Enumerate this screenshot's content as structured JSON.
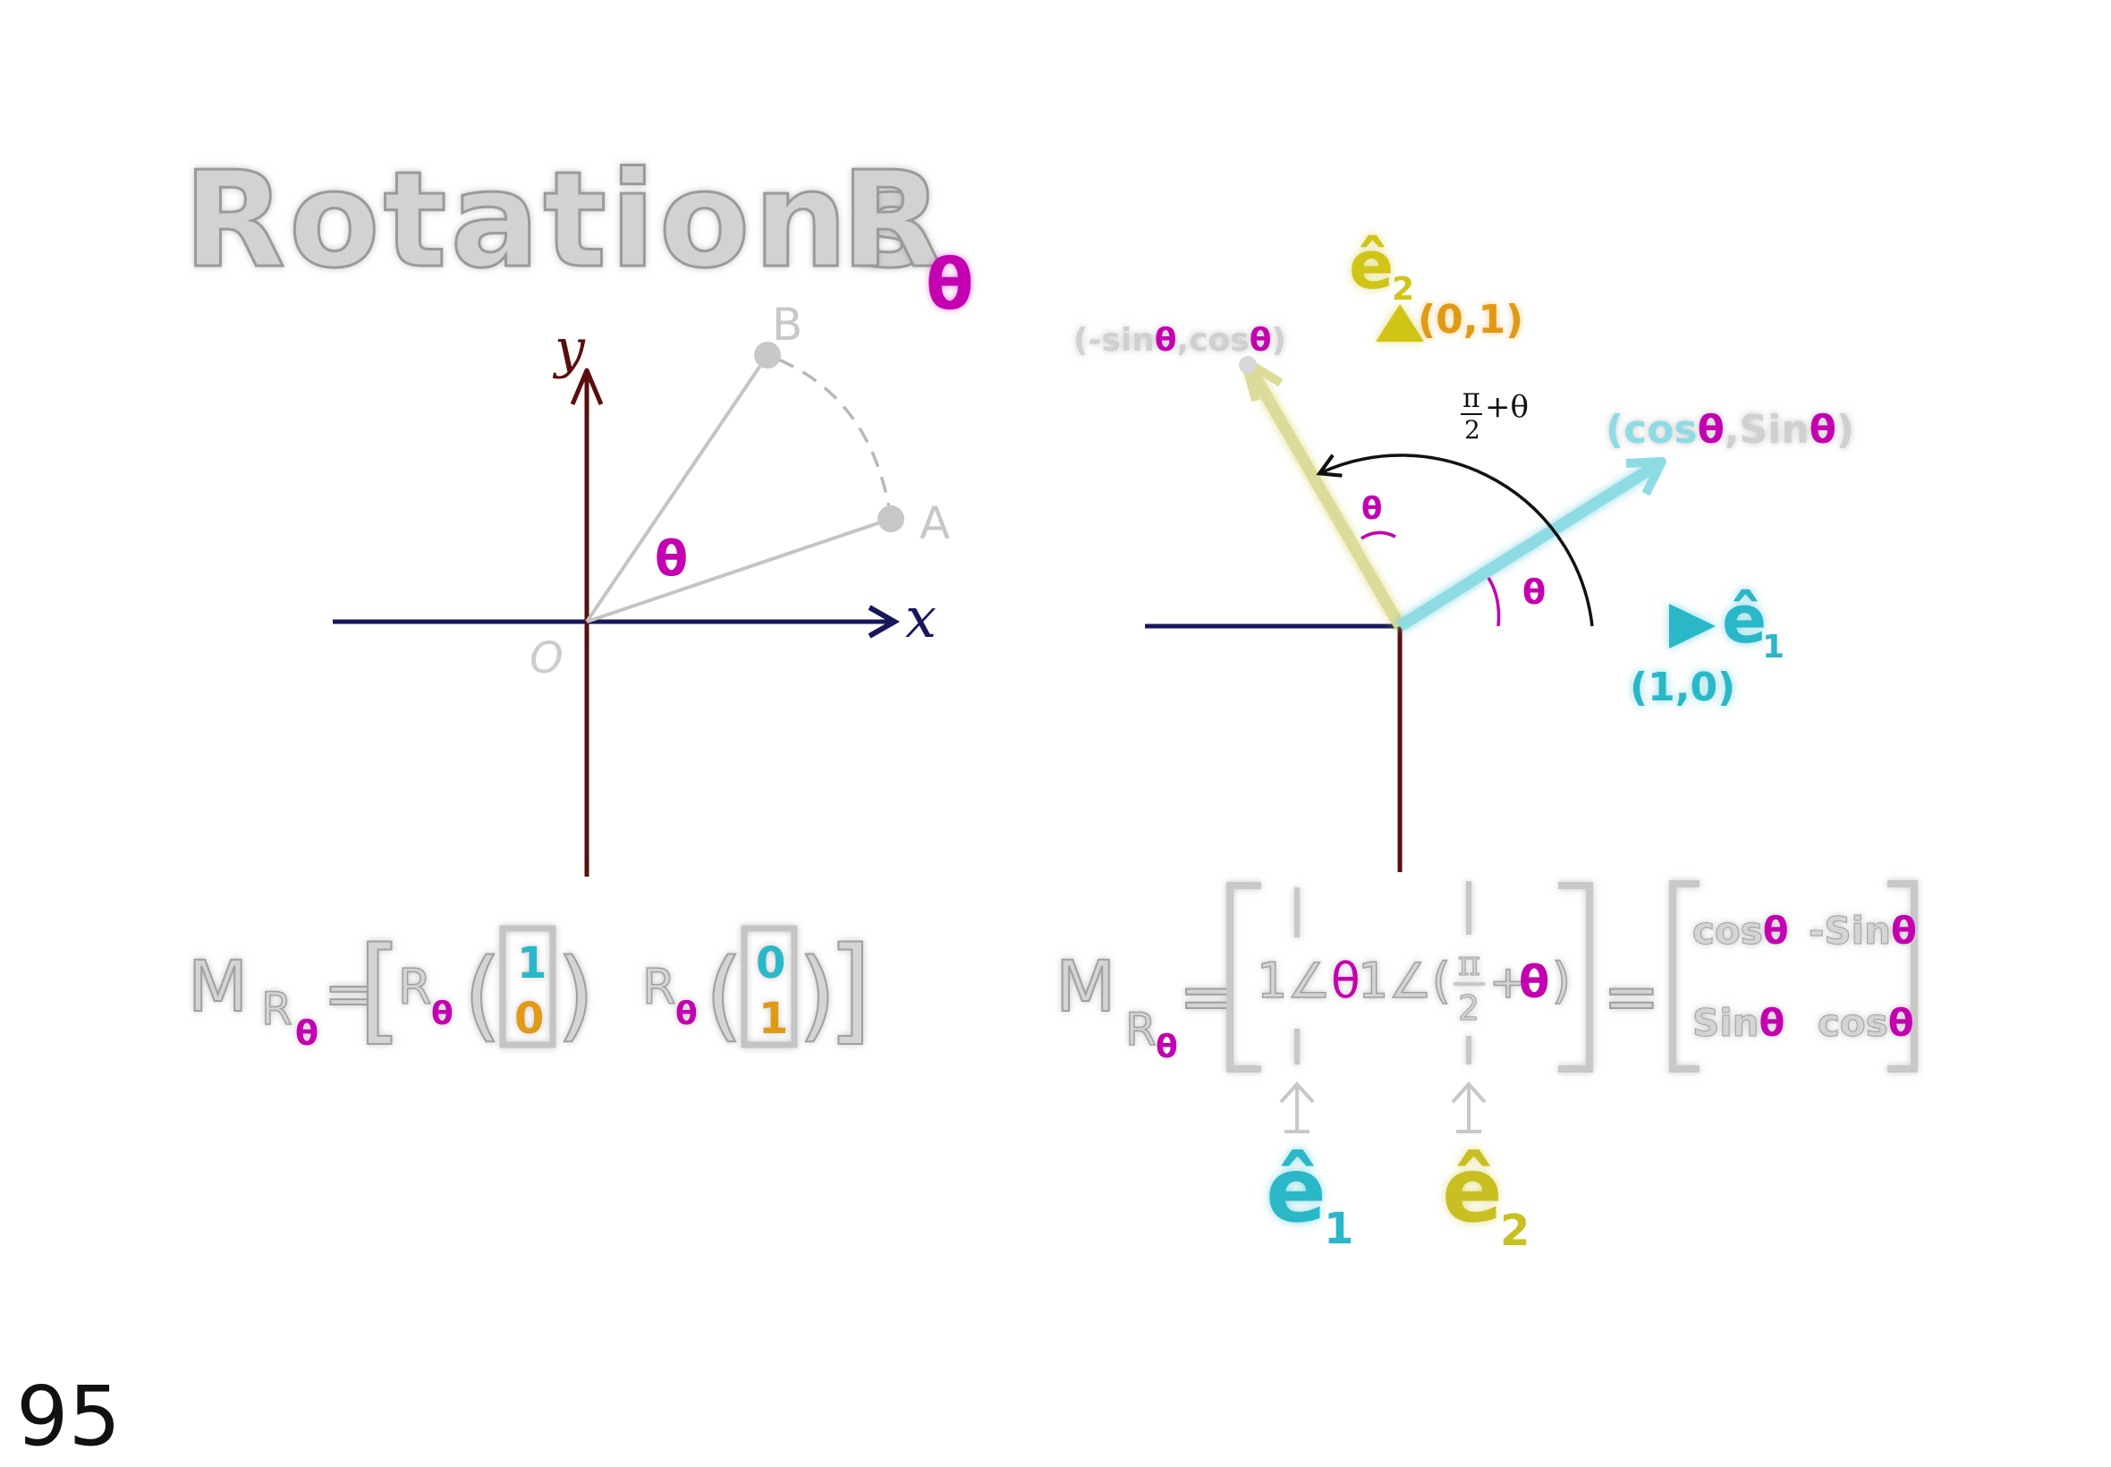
{
  "title": {
    "main": "Rotations",
    "symbol": "R",
    "subscript": "θ"
  },
  "page_number": "95",
  "colors": {
    "grey": "#c4c4c4",
    "magenta": "#c400b0",
    "cyan": "#2ab7c8",
    "yellow": "#c8c020",
    "orange": "#e09a14",
    "navy": "#17175c",
    "maroon": "#5a0e0e",
    "black": "#111111"
  },
  "left_diagram": {
    "y_label": "y",
    "x_label": "x",
    "origin_label": "O",
    "point_a": "A",
    "point_b": "B",
    "angle_label": "θ"
  },
  "right_diagram": {
    "e2_hat": "ê",
    "e2_sub": "2",
    "e2_coord": "(0,1)",
    "rotated_e2_coord_open": "(-sin",
    "rotated_e2_theta1": "θ",
    "rotated_e2_mid": ",cos",
    "rotated_e2_theta2": "θ",
    "rotated_e2_close": ")",
    "rotated_e1_coord_open": "(cos",
    "rotated_e1_theta1": "θ",
    "rotated_e1_mid": ",Sin",
    "rotated_e1_theta2": "θ",
    "rotated_e1_close": ")",
    "big_angle_num": "π",
    "big_angle_den": "2",
    "big_angle_rest": "+θ",
    "small_angle_left": "θ",
    "small_angle_right": "θ",
    "e1_hat": "ê",
    "e1_sub": "1",
    "e1_coord": "(1,0)"
  },
  "formula_left": {
    "M": "M",
    "R": "R",
    "theta": "θ",
    "equals": "=",
    "lbracket": "[",
    "rbracket": "]",
    "R1": "R",
    "theta1": "θ",
    "vec1_top": "1",
    "vec1_bottom": "0",
    "R2": "R",
    "theta2": "θ",
    "vec2_top": "0",
    "vec2_bottom": "1"
  },
  "formula_right": {
    "M": "M",
    "R": "R",
    "theta": "θ",
    "equals1": "=",
    "col1": "1∠",
    "col1_theta": "θ",
    "col2_open": "1∠(",
    "col2_num": "π",
    "col2_den": "2",
    "col2_plus": "+",
    "col2_theta": "θ",
    "col2_close": ")",
    "equals2": "=",
    "m11": "cos",
    "m11_theta": "θ",
    "m12": "-Sin",
    "m12_theta": "θ",
    "m21": "Sin",
    "m21_theta": "θ",
    "m22": "cos",
    "m22_theta": "θ",
    "under_e1_hat": "ê",
    "under_e1_sub": "1",
    "under_e2_hat": "ê",
    "under_e2_sub": "2"
  }
}
